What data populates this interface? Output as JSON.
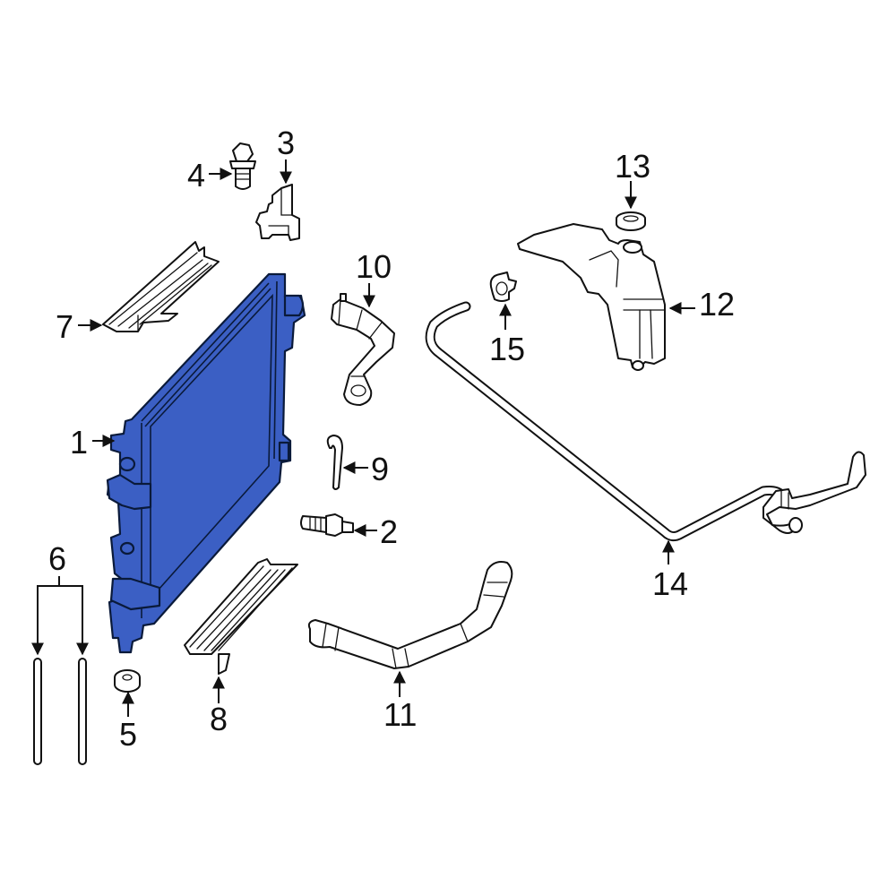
{
  "diagram": {
    "type": "exploded-parts-diagram",
    "subject": "Radiator & cooling components",
    "highlight_color": "#3b5fc4",
    "highlighted_part": "1",
    "callouts": [
      {
        "id": "1",
        "label": "1",
        "part": "radiator",
        "highlighted": true
      },
      {
        "id": "2",
        "label": "2",
        "part": "drain-plug"
      },
      {
        "id": "3",
        "label": "3",
        "part": "upper-bracket"
      },
      {
        "id": "4",
        "label": "4",
        "part": "bolt"
      },
      {
        "id": "5",
        "label": "5",
        "part": "lower-insulator"
      },
      {
        "id": "6",
        "label": "6",
        "part": "seal-strips"
      },
      {
        "id": "7",
        "label": "7",
        "part": "upper-air-seal"
      },
      {
        "id": "8",
        "label": "8",
        "part": "lower-air-seal"
      },
      {
        "id": "9",
        "label": "9",
        "part": "hose-clamp-wire"
      },
      {
        "id": "10",
        "label": "10",
        "part": "upper-hose"
      },
      {
        "id": "11",
        "label": "11",
        "part": "lower-hose"
      },
      {
        "id": "12",
        "label": "12",
        "part": "coolant-reservoir"
      },
      {
        "id": "13",
        "label": "13",
        "part": "reservoir-grommet"
      },
      {
        "id": "14",
        "label": "14",
        "part": "overflow-hose"
      },
      {
        "id": "15",
        "label": "15",
        "part": "hose-clamp"
      }
    ]
  }
}
